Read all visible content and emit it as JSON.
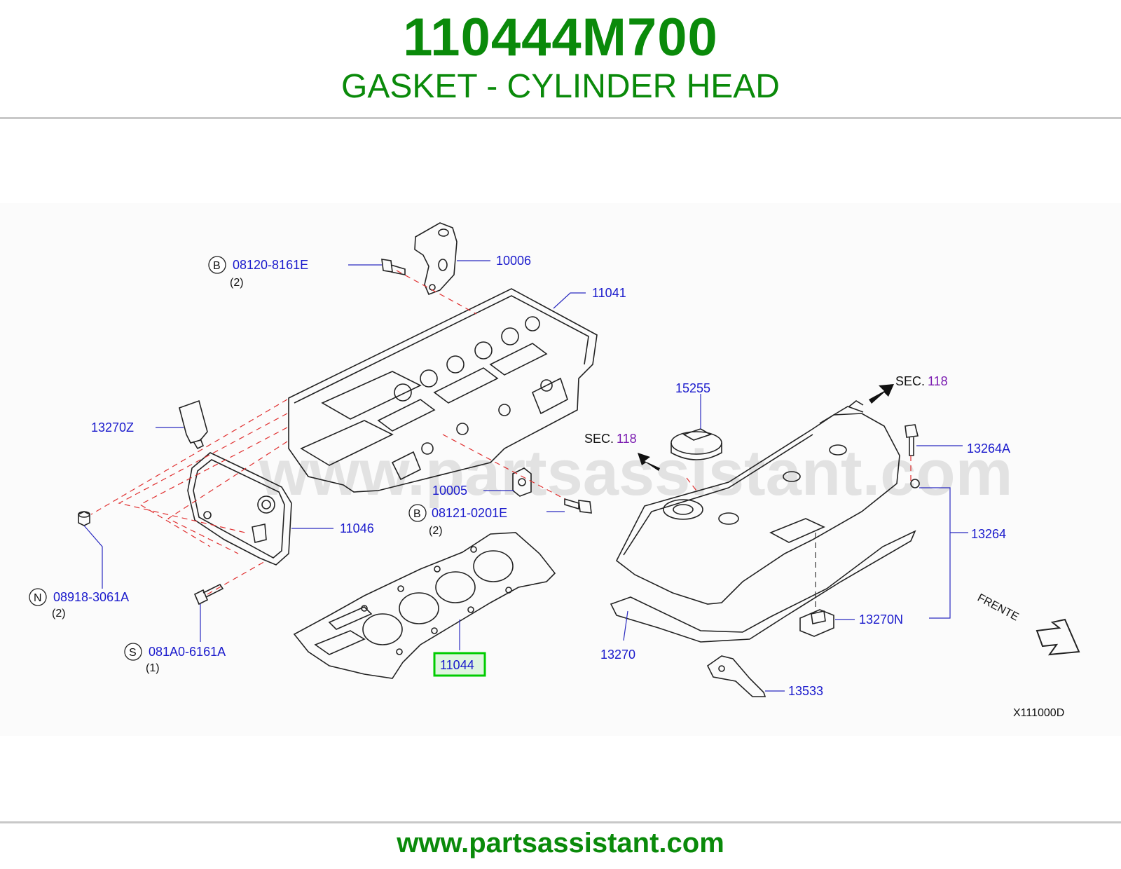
{
  "header": {
    "part_number": "110444M700",
    "part_name": "GASKET - CYLINDER HEAD"
  },
  "footer": {
    "url": "www.partsassistant.com"
  },
  "diagram": {
    "watermark": "www.partsassistant.com",
    "diagram_code": "X111000D",
    "front_label": "FRENTE",
    "section_refs": [
      {
        "prefix": "SEC.",
        "number": "118"
      },
      {
        "prefix": "SEC.",
        "number": "118"
      }
    ],
    "callouts": {
      "p10006": "10006",
      "p11041": "11041",
      "p13270z": "13270Z",
      "p11046": "11046",
      "p10005": "10005",
      "p11044": "11044",
      "p15255": "15255",
      "p13264a": "13264A",
      "p13264": "13264",
      "p13270n": "13270N",
      "p13270": "13270",
      "p13533": "13533"
    },
    "fasteners": [
      {
        "code": "B",
        "part": "08120-8161E",
        "qty": "(2)"
      },
      {
        "code": "B",
        "part": "08121-0201E",
        "qty": "(2)"
      },
      {
        "code": "N",
        "part": "08918-3061A",
        "qty": "(2)"
      },
      {
        "code": "S",
        "part": "081A0-6161A",
        "qty": "(1)"
      }
    ],
    "highlighted_part": "11044",
    "colors": {
      "brand_green": "#0a8a0a",
      "label_blue": "#1a1acc",
      "highlight": "#00cc00",
      "section_purple": "#7a1ab0"
    }
  }
}
